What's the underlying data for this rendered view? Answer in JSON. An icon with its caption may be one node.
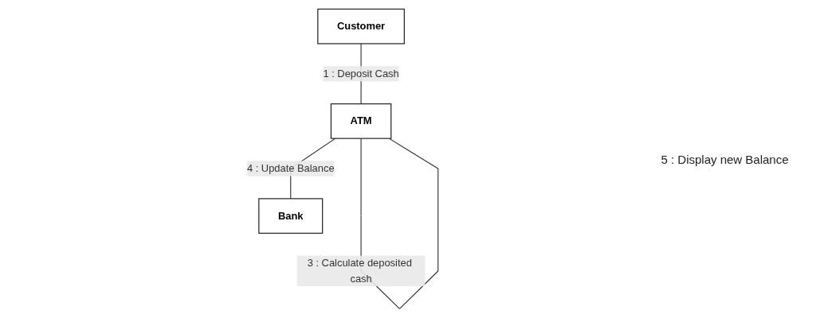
{
  "diagram": {
    "nodes": [
      {
        "text": [
          "Customer"
        ]
      },
      {
        "text": [
          "ATM"
        ]
      },
      {
        "text": [
          "Bank"
        ]
      }
    ],
    "edges": [
      {
        "from": 0,
        "to": 1,
        "arrow": "none",
        "label": "1 : Deposit Cash"
      },
      {
        "from": 1,
        "to": 1,
        "arrow": "none",
        "label": "3 : Calculate deposited cash"
      },
      {
        "from": 1,
        "to": 2,
        "arrow": "none",
        "label": "4 : Update Balance"
      }
    ],
    "labels": [
      "5 : Display new Balance"
    ]
  }
}
